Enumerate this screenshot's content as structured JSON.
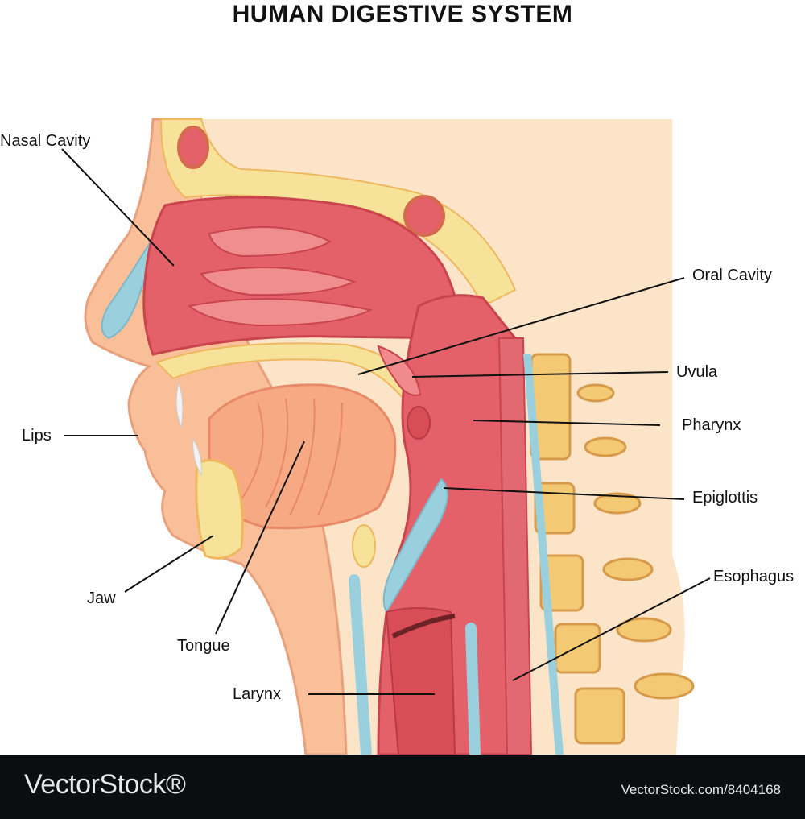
{
  "title": "HUMAN DIGESTIVE SYSTEM",
  "labels": {
    "nasal_cavity": "Nasal Cavity",
    "oral_cavity": "Oral Cavity",
    "uvula": "Uvula",
    "pharynx": "Pharynx",
    "lips": "Lips",
    "epiglottis": "Epiglottis",
    "esophagus": "Esophagus",
    "jaw": "Jaw",
    "tongue": "Tongue",
    "larynx": "Larynx"
  },
  "watermark": {
    "brand": "VectorStock®",
    "id": "VectorStock.com/8404168"
  },
  "colors": {
    "skin": "#f8bf98",
    "skin_back": "#fbe4c8",
    "bone": "#f7e29a",
    "flesh": "#e5616a",
    "flesh_dark": "#c9444d",
    "cartilage": "#9ad0de",
    "footer": "#0c0d10"
  }
}
